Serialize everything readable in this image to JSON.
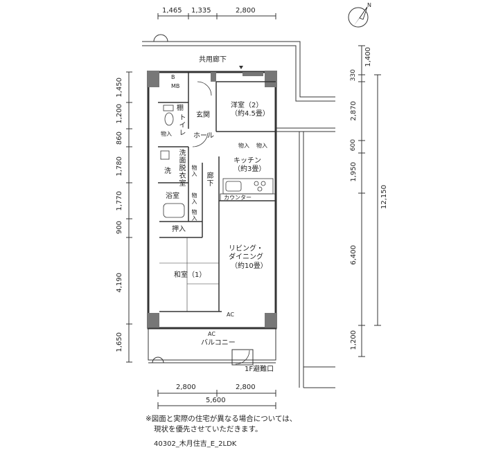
{
  "dimensions": {
    "top": [
      "1,465",
      "1,335",
      "2,800"
    ],
    "bottom_row1": [
      "2,800",
      "2,800"
    ],
    "bottom_total": "5,600",
    "left": [
      "1,450",
      "1,200",
      "860",
      "1,780",
      "1,770",
      "900",
      "4,190",
      "1,650"
    ],
    "right_inner": [
      "1,400",
      "330",
      "2,870",
      "600",
      "1,950",
      "6,400",
      "1,200"
    ],
    "right_total": "12,150"
  },
  "rooms": {
    "corridor": "共用廊下",
    "b": "B",
    "mb": "MB",
    "shelf": "棚",
    "toilet": "トイレ",
    "genkan": "玄関",
    "hall": "ホール",
    "western_room": "洋室（2）",
    "western_room_size": "（約4.5畳）",
    "storage": "物入",
    "washroom": "洗面脱衣室",
    "washer": "洗",
    "kitchen": "キッチン",
    "kitchen_size": "（約3畳）",
    "hallway": "廊下",
    "bath": "浴室",
    "counter": "カウンター",
    "oshiire": "押入",
    "living": "リビング・",
    "living2": "ダイニング",
    "living_size": "（約10畳）",
    "washitsu": "和室（1）",
    "ac": "AC",
    "balcony": "バルコニー",
    "evac": "1F避難口"
  },
  "compass": "N",
  "notes": {
    "line1": "※図面と実際の住宅が異なる場合については、",
    "line2": "現状を優先させていただきます。",
    "plan_code": "40302_木月住吉_E_2LDK"
  }
}
